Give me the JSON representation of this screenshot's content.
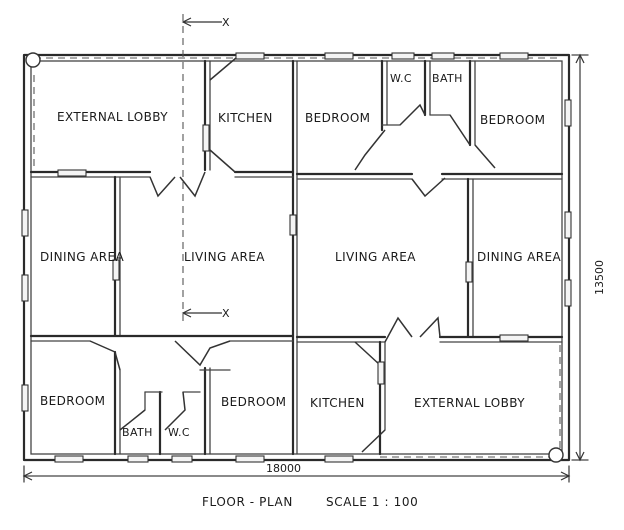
{
  "rooms": {
    "external_lobby_top": "EXTERNAL LOBBY",
    "kitchen_top": "KITCHEN",
    "bedroom_top_left": "BEDROOM",
    "wc_top": "W.C",
    "bath_top": "BATH",
    "bedroom_top_right": "BEDROOM",
    "dining_left": "DINING AREA",
    "living_left": "LIVING AREA",
    "living_right": "LIVING AREA",
    "dining_right": "DINING AREA",
    "bedroom_bottom_left": "BEDROOM",
    "bath_bottom": "BATH",
    "wc_bottom": "W.C",
    "bedroom_bottom_mid": "BEDROOM",
    "kitchen_bottom": "KITCHEN",
    "external_lobby_bottom": "EXTERNAL LOBBY"
  },
  "dimensions": {
    "width": "18000",
    "height": "13500"
  },
  "section_marker": "X",
  "caption": {
    "title": "FLOOR - PLAN",
    "scale": "SCALE 1 : 100"
  }
}
